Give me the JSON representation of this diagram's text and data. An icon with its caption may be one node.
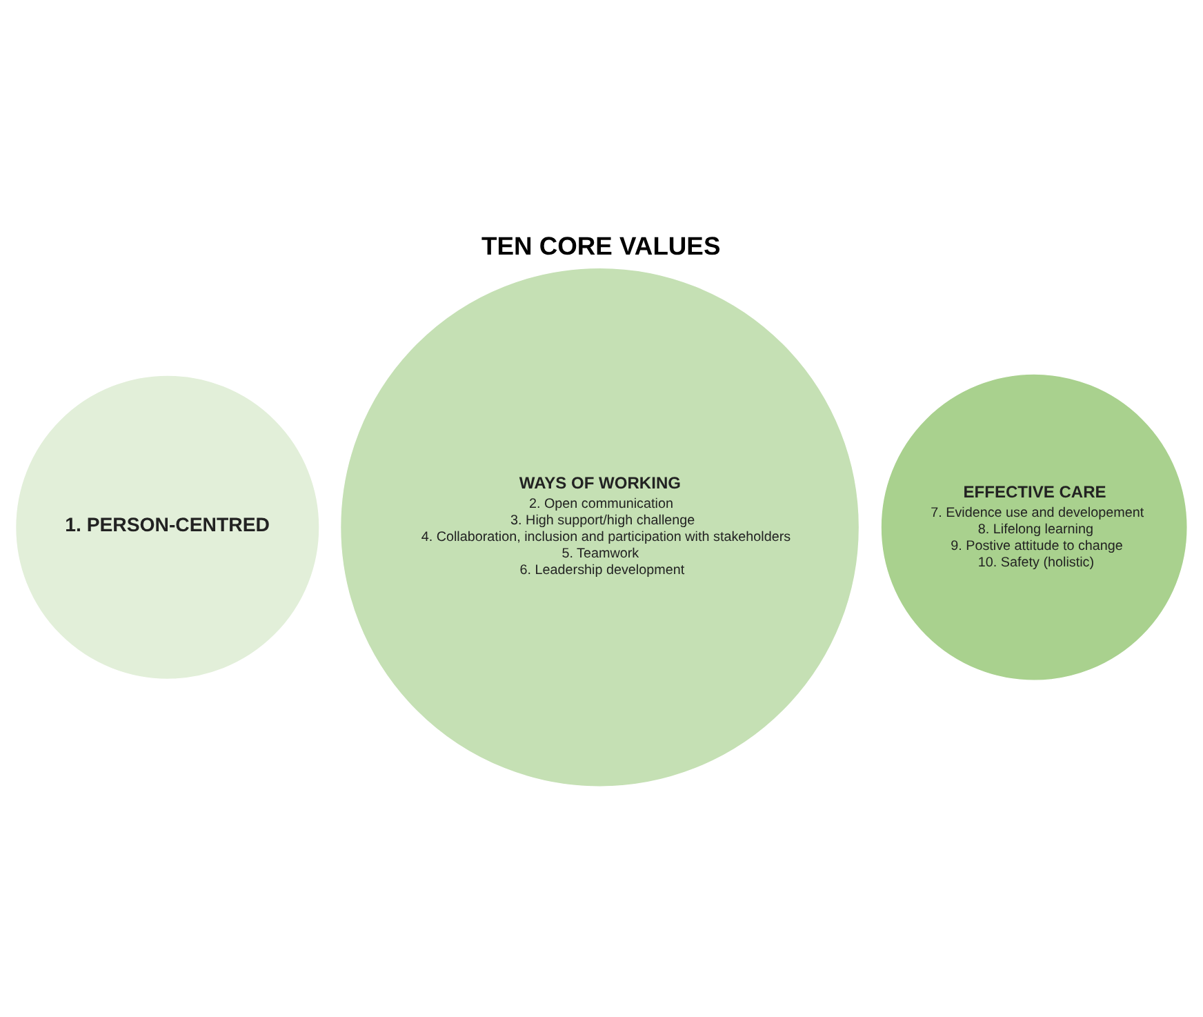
{
  "diagram": {
    "title": "TEN CORE VALUES",
    "nodes": [
      {
        "text": [
          "1. PERSON-CENTRED"
        ]
      },
      {
        "text": [
          "WAYS OF WORKING",
          "2. Open communication",
          "3. High support/high challenge",
          "4. Collaboration, inclusion and participation with stakeholders",
          "5. Teamwork",
          "6. Leadership development"
        ]
      },
      {
        "text": [
          "EFFECTIVE CARE",
          "7. Evidence use and developement",
          "8. Lifelong learning",
          "9. Postive attitude to change",
          "10. Safety (holistic)"
        ]
      }
    ]
  }
}
